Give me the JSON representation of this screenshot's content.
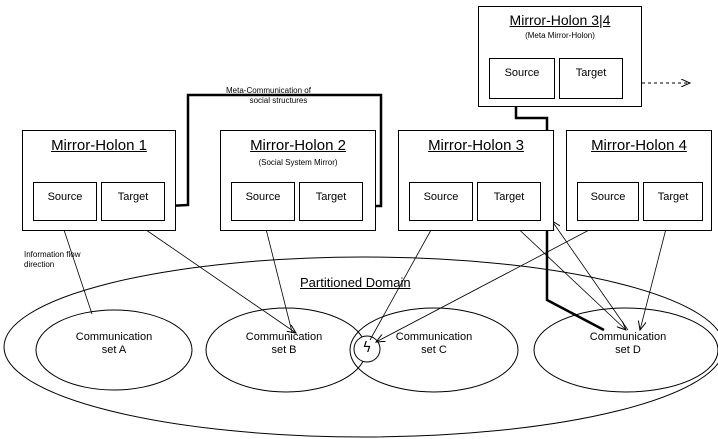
{
  "holons": [
    {
      "title": "Mirror-Holon 1",
      "subtitle": "",
      "source_label": "Source",
      "target_label": "Target"
    },
    {
      "title": "Mirror-Holon 2",
      "subtitle": "(Social System Mirror)",
      "source_label": "Source",
      "target_label": "Target"
    },
    {
      "title": "Mirror-Holon 3",
      "subtitle": "",
      "source_label": "Source",
      "target_label": "Target"
    },
    {
      "title": "Mirror-Holon 4",
      "subtitle": "",
      "source_label": "Source",
      "target_label": "Target"
    }
  ],
  "meta_holon": {
    "title": "Mirror-Holon 3|4",
    "subtitle": "(Meta Mirror-Holon)",
    "source_label": "Source",
    "target_label": "Target"
  },
  "meta_comm_label": {
    "line1": "Meta-Communication of",
    "line2": "social structures"
  },
  "info_flow_label": {
    "line1": "Information flow",
    "line2": "direction"
  },
  "domain_label": "Partitioned Domain",
  "sets": [
    {
      "line1": "Communication",
      "line2": "set A"
    },
    {
      "line1": "Communication",
      "line2": "set B"
    },
    {
      "line1": "Communication",
      "line2": "set C"
    },
    {
      "line1": "Communication",
      "line2": "set D"
    }
  ],
  "conflict_symbol": "ϟ"
}
